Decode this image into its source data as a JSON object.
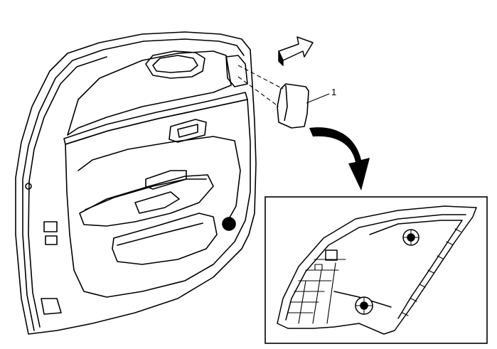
{
  "figure": {
    "callouts": [
      {
        "label": "1",
        "target": "door-mirror-trim-cover"
      }
    ],
    "arrows": [
      {
        "name": "removal-direction-arrow",
        "style": "outline-block"
      },
      {
        "name": "detail-view-arrow",
        "style": "curved-solid"
      }
    ],
    "detail_view": {
      "subject": "trim-cover-rear-side"
    },
    "colors": {
      "line": "#000000",
      "background": "#ffffff"
    }
  }
}
